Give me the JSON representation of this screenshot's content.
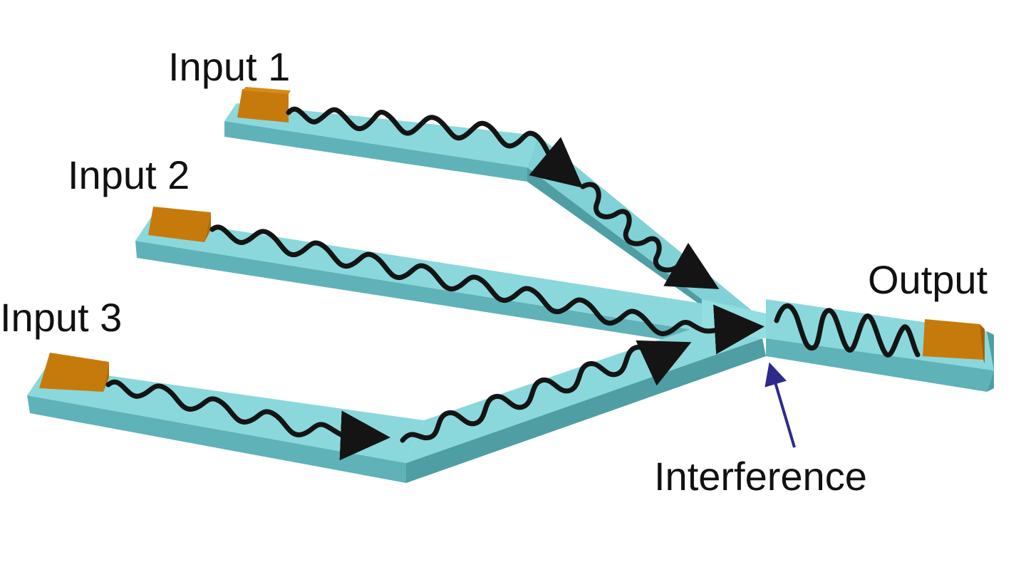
{
  "labels": {
    "input_1": "Input 1",
    "input_2": "Input 2",
    "input_3": "Input 3",
    "output": "Output",
    "interference": "Interference"
  },
  "colors": {
    "waveguide_top": "#8ad8dc",
    "waveguide_front": "#5fb2b8",
    "waveguide_side": "#4e9ea4",
    "waveguide_edge": "#a6e6e8",
    "pad_top": "#c77a0c",
    "pad_front": "#b36a06",
    "pad_side": "#8f5204",
    "wave": "#141414",
    "interference_arrow": "#2e2a8c",
    "text": "#111111"
  },
  "icons": {
    "input_pad": "orange-block-icon",
    "output_pad": "orange-block-icon",
    "wave_arrow": "wavy-arrow-icon",
    "pointer_arrow": "arrow-up-icon"
  }
}
